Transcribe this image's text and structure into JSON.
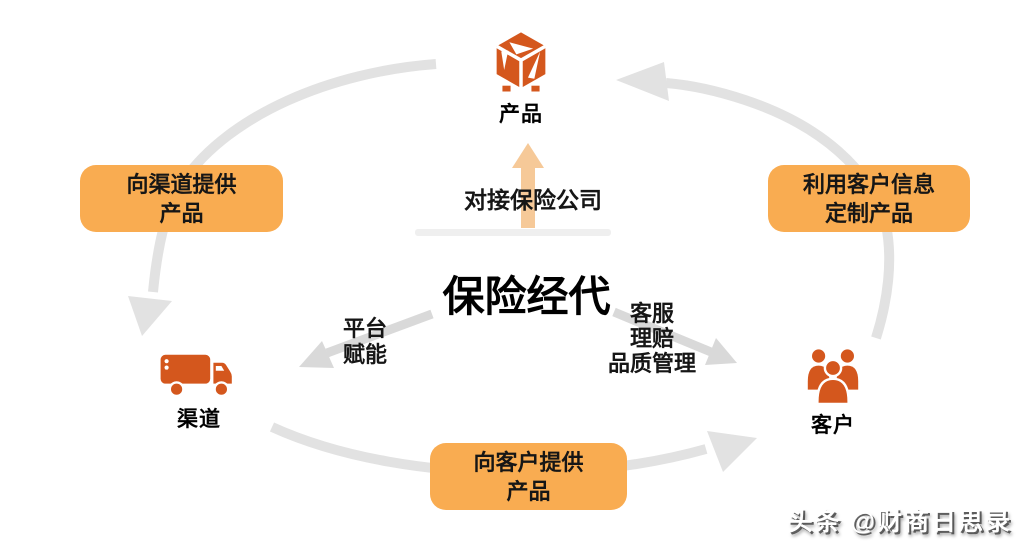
{
  "center": {
    "title": "保险经代"
  },
  "nodes": {
    "product": {
      "label": "产品",
      "icon": "cube-icon"
    },
    "channel": {
      "label": "渠道",
      "icon": "truck-icon"
    },
    "customer": {
      "label": "客户",
      "icon": "people-icon"
    }
  },
  "callouts": {
    "provide_to_channel": {
      "line1": "向渠道提供",
      "line2": "产品"
    },
    "customize_products": {
      "line1": "利用客户信息",
      "line2": "定制产品"
    },
    "provide_to_customer": {
      "line1": "向客户提供",
      "line2": "产品"
    }
  },
  "annotations": {
    "connect_insurers": "对接保险公司",
    "platform_enable": {
      "line1": "平台",
      "line2": "赋能"
    },
    "customer_service": {
      "line1": "客服",
      "line2": "理赔",
      "line3": "品质管理"
    }
  },
  "watermark": "头条 @财商日思录",
  "colors": {
    "callout_bg": "#F9AC51",
    "icon_orange": "#D4571D",
    "arc_gray": "#E2E2E2",
    "arrow_gray": "#D9D9D9",
    "up_arrow_orange": "#F6C998"
  }
}
